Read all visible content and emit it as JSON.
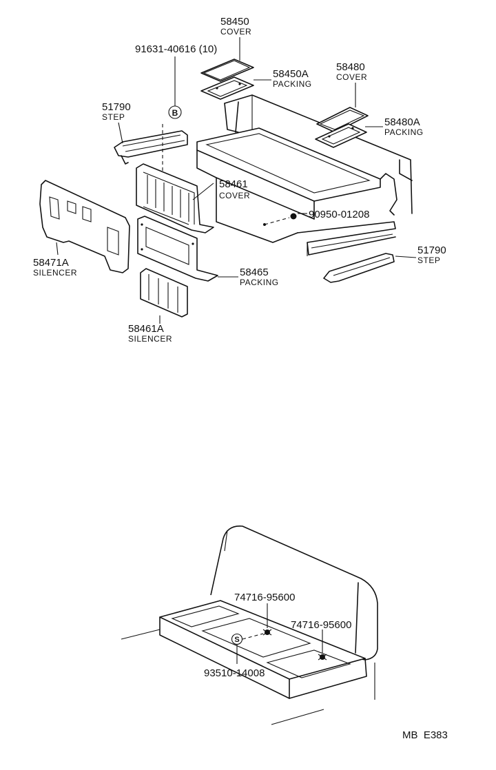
{
  "callouts": {
    "c58450": {
      "number": "58450",
      "name": "COVER"
    },
    "c91631": {
      "number": "91631-40616 (10)"
    },
    "c58450a": {
      "number": "58450A",
      "name": "PACKING"
    },
    "c58480": {
      "number": "58480",
      "name": "COVER"
    },
    "c58480a": {
      "number": "58480A",
      "name": "PACKING"
    },
    "c51790_left": {
      "number": "51790",
      "name": "STEP"
    },
    "c58461": {
      "number": "58461",
      "name": "COVER"
    },
    "c90950": {
      "number": "90950-01208"
    },
    "c58471a": {
      "number": "58471A",
      "name": "SILENCER"
    },
    "c58465": {
      "number": "58465",
      "name": "PACKING"
    },
    "c58461a": {
      "number": "58461A",
      "name": "SILENCER"
    },
    "c51790_right": {
      "number": "51790",
      "name": "STEP"
    },
    "c74716_a": {
      "number": "74716-95600"
    },
    "c74716_b": {
      "number": "74716-95600"
    },
    "c93510": {
      "number": "93510-14008"
    }
  },
  "markers": {
    "b": "B",
    "s": "S"
  },
  "footer": {
    "code": "MB  E383"
  }
}
